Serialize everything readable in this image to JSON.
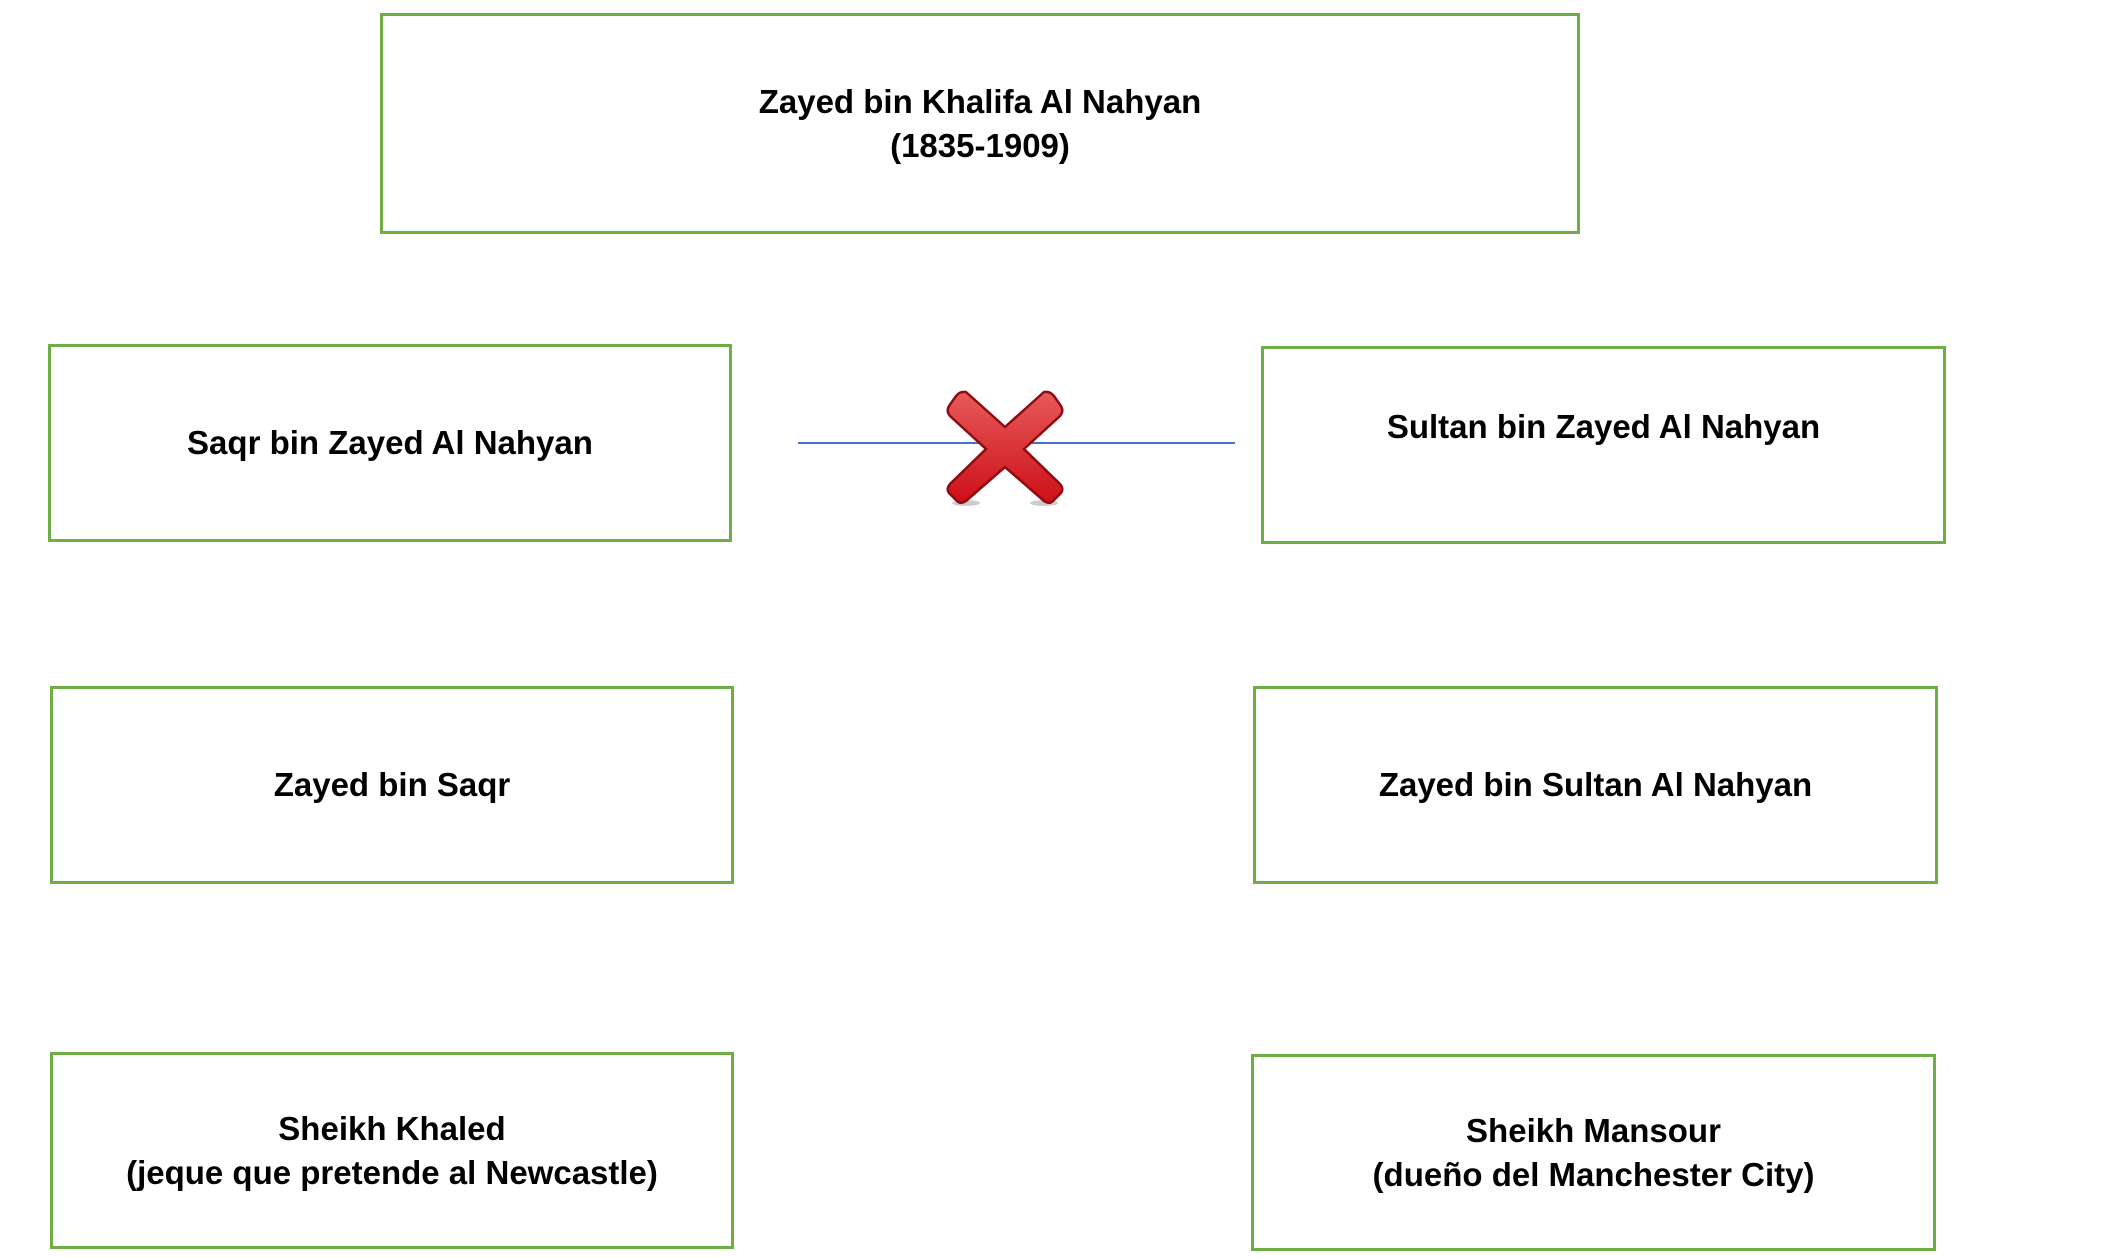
{
  "colors": {
    "box_border": "#70ad47",
    "connector": "#4472c4",
    "cross": "#d9262c"
  },
  "root": {
    "name": "Zayed bin Khalifa Al Nahyan",
    "dates": "(1835-1909)"
  },
  "left_branch": {
    "gen1": {
      "name": "Saqr bin Zayed Al Nahyan"
    },
    "gen2": {
      "name": "Zayed bin Saqr"
    },
    "gen3": {
      "name": "Sheikh Khaled",
      "note": "(jeque que pretende al Newcastle)"
    }
  },
  "right_branch": {
    "gen1": {
      "name": "Sultan bin Zayed Al Nahyan"
    },
    "gen2": {
      "name": "Zayed bin Sultan Al Nahyan"
    },
    "gen3": {
      "name": "Sheikh Mansour",
      "note": "(dueño del Manchester City)"
    }
  },
  "connector_icon": "cross-icon"
}
